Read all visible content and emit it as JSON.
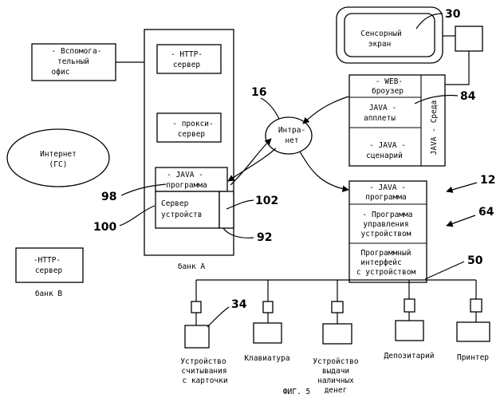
{
  "labels": {
    "aux_office": [
      "- Вспомога-",
      "тельный",
      "офис"
    ],
    "http_server_a": [
      "- HTTP-",
      "сервер"
    ],
    "proxy_server": [
      "- прокси-",
      "сервер"
    ],
    "java_program_a": [
      "- JAVA -",
      "программа"
    ],
    "device_server": [
      "Сервер",
      "устройств"
    ],
    "bank_a": "банк А",
    "internet": [
      "Интернет",
      "(ГС)"
    ],
    "http_server_b": [
      "-HTTP-",
      "сервер"
    ],
    "bank_b": "банк В",
    "intranet": [
      "Интра-",
      "нет"
    ],
    "touch_screen": [
      "Сенсорный",
      "экран"
    ],
    "web_browser": [
      "- WEB-",
      "броузер"
    ],
    "java_applets": [
      "JAVA -",
      "апплеты"
    ],
    "java_scripts": [
      "- JAVA -",
      "сценарий"
    ],
    "java_env": "JAVA - Среда",
    "java_program_b": [
      "- JAVA -",
      "программа"
    ],
    "device_control": [
      "- Программа",
      "управления",
      "устройством"
    ],
    "device_interface": [
      "Программный",
      "интерфейс",
      "с устройством"
    ],
    "card_reader": [
      "Устройство",
      "считывания",
      "с карточки"
    ],
    "keyboard": "Клавиатура",
    "cash_dispenser": [
      "Устройство",
      "выдачи",
      "наличных",
      "денег"
    ],
    "depositary": "Депозитарий",
    "printer": "Принтер",
    "figure_caption": "ФИГ. 5"
  },
  "refs": {
    "r30": "30",
    "r16": "16",
    "r84": "84",
    "r98": "98",
    "r102": "102",
    "r12": "12",
    "r64": "64",
    "r100": "100",
    "r92": "92",
    "r50": "50",
    "r34": "34"
  }
}
